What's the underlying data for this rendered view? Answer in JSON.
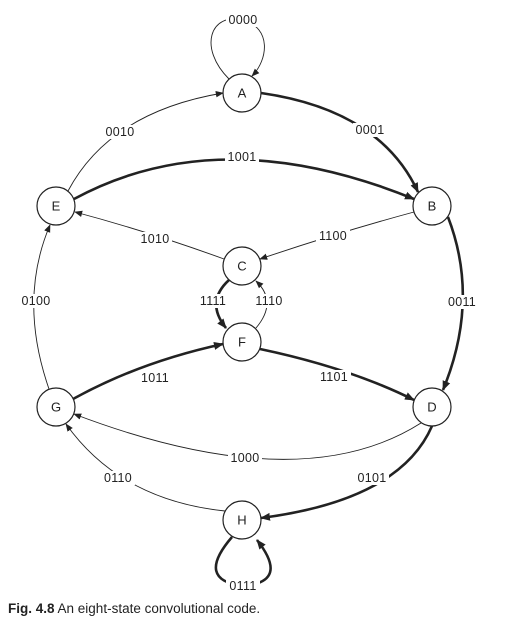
{
  "figure": {
    "caption_label": "Fig. 4.8",
    "caption_text": "An eight-state convolutional code."
  },
  "nodes": [
    {
      "id": "A",
      "label": "A"
    },
    {
      "id": "B",
      "label": "B"
    },
    {
      "id": "C",
      "label": "C"
    },
    {
      "id": "D",
      "label": "D"
    },
    {
      "id": "E",
      "label": "E"
    },
    {
      "id": "F",
      "label": "F"
    },
    {
      "id": "G",
      "label": "G"
    },
    {
      "id": "H",
      "label": "H"
    }
  ],
  "edges": [
    {
      "from": "A",
      "to": "A",
      "label": "0000",
      "weight": "thin"
    },
    {
      "from": "A",
      "to": "B",
      "label": "0001",
      "weight": "thick"
    },
    {
      "from": "E",
      "to": "A",
      "label": "0010",
      "weight": "thin"
    },
    {
      "from": "E",
      "to": "B",
      "label": "1001",
      "weight": "thick"
    },
    {
      "from": "B",
      "to": "C",
      "label": "1100",
      "weight": "thin"
    },
    {
      "from": "C",
      "to": "E",
      "label": "1010",
      "weight": "thin"
    },
    {
      "from": "B",
      "to": "D",
      "label": "0011",
      "weight": "thick"
    },
    {
      "from": "G",
      "to": "E",
      "label": "0100",
      "weight": "thin"
    },
    {
      "from": "C",
      "to": "F",
      "label": "1111",
      "weight": "thick"
    },
    {
      "from": "F",
      "to": "C",
      "label": "1110",
      "weight": "thin"
    },
    {
      "from": "G",
      "to": "F",
      "label": "1011",
      "weight": "thick"
    },
    {
      "from": "F",
      "to": "D",
      "label": "1101",
      "weight": "thick"
    },
    {
      "from": "D",
      "to": "G",
      "label": "1000",
      "weight": "thin"
    },
    {
      "from": "H",
      "to": "G",
      "label": "0110",
      "weight": "thin"
    },
    {
      "from": "D",
      "to": "H",
      "label": "0101",
      "weight": "thick"
    },
    {
      "from": "H",
      "to": "H",
      "label": "0111",
      "weight": "thick"
    }
  ]
}
